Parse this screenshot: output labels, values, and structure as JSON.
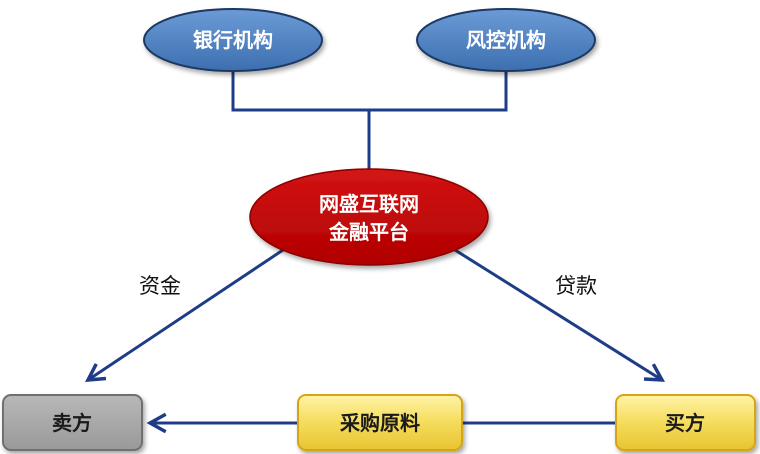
{
  "nodes": {
    "bank": {
      "label": "银行机构"
    },
    "risk": {
      "label": "风控机构"
    },
    "platform": {
      "label_line1": "网盛互联网",
      "label_line2": "金融平台"
    },
    "seller": {
      "label": "卖方"
    },
    "materials": {
      "label": "采购原料"
    },
    "buyer": {
      "label": "买方"
    }
  },
  "edges": {
    "funds": {
      "label": "资金"
    },
    "loan": {
      "label": "贷款"
    }
  },
  "colors": {
    "blue_node": "#4f81bd",
    "blue_node_border": "#1f3864",
    "red_node": "#c00000",
    "connector": "#1f3c88",
    "gold_node": "#f2d44a",
    "gold_border": "#d4a516",
    "gray_node": "#a6a6a6",
    "gray_border": "#7f7f7f"
  }
}
